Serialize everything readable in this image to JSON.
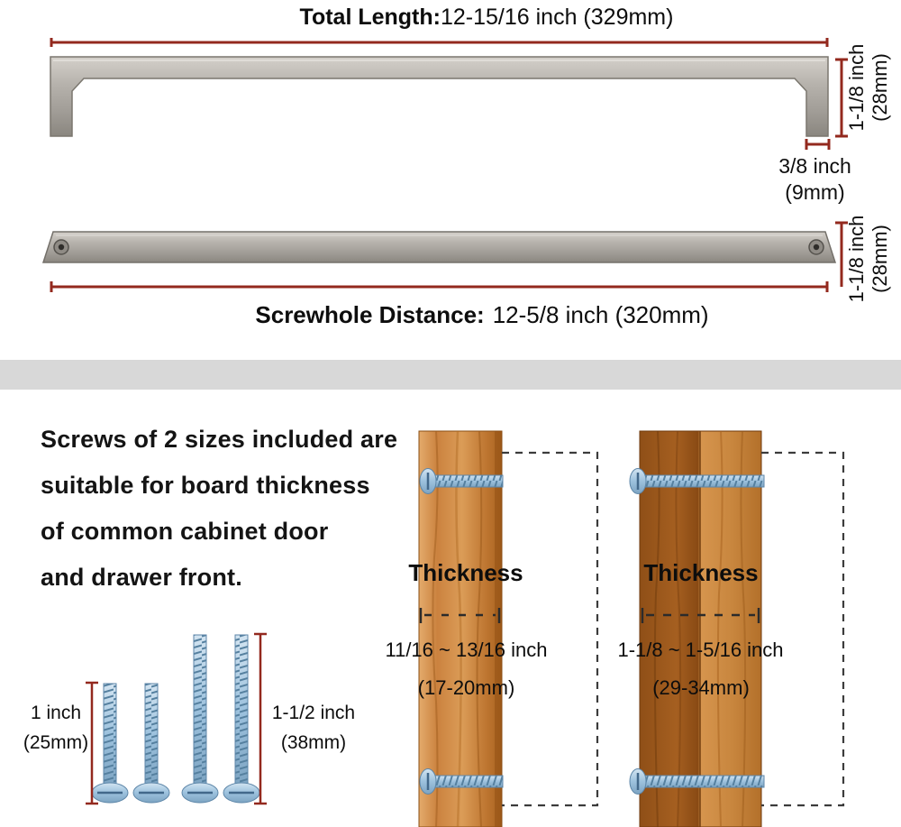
{
  "colors": {
    "dimension_red": "#93291e",
    "divider_gray": "#d8d8d8",
    "screw_blue": "#9cc1dd"
  },
  "top_section": {
    "total_length_label": "Total Length:",
    "total_length_value": "12-15/16 inch (329mm)",
    "front_height_line1": "1-1/8 inch",
    "front_height_line2": "(28mm)",
    "foot_width_line1": "3/8 inch",
    "foot_width_line2": "(9mm)",
    "side_height_line1": "1-1/8 inch",
    "side_height_line2": "(28mm)",
    "screwhole_label": "Screwhole Distance:",
    "screwhole_value": "12-5/8 inch (320mm)"
  },
  "bottom_section": {
    "description_lines": [
      "Screws of 2 sizes included are",
      "suitable for board thickness",
      "of common cabinet door",
      "and drawer front."
    ],
    "short_screw": {
      "line1": "1 inch",
      "line2": "(25mm)"
    },
    "long_screw": {
      "line1": "1-1/2 inch",
      "line2": "(38mm)"
    },
    "thin_board": {
      "thickness_label": "Thickness",
      "range_inch": "11/16 ~ 13/16 inch",
      "range_mm": "(17-20mm)"
    },
    "thick_board": {
      "thickness_label": "Thickness",
      "range_inch": "1-1/8 ~ 1-5/16 inch",
      "range_mm": "(29-34mm)"
    }
  }
}
